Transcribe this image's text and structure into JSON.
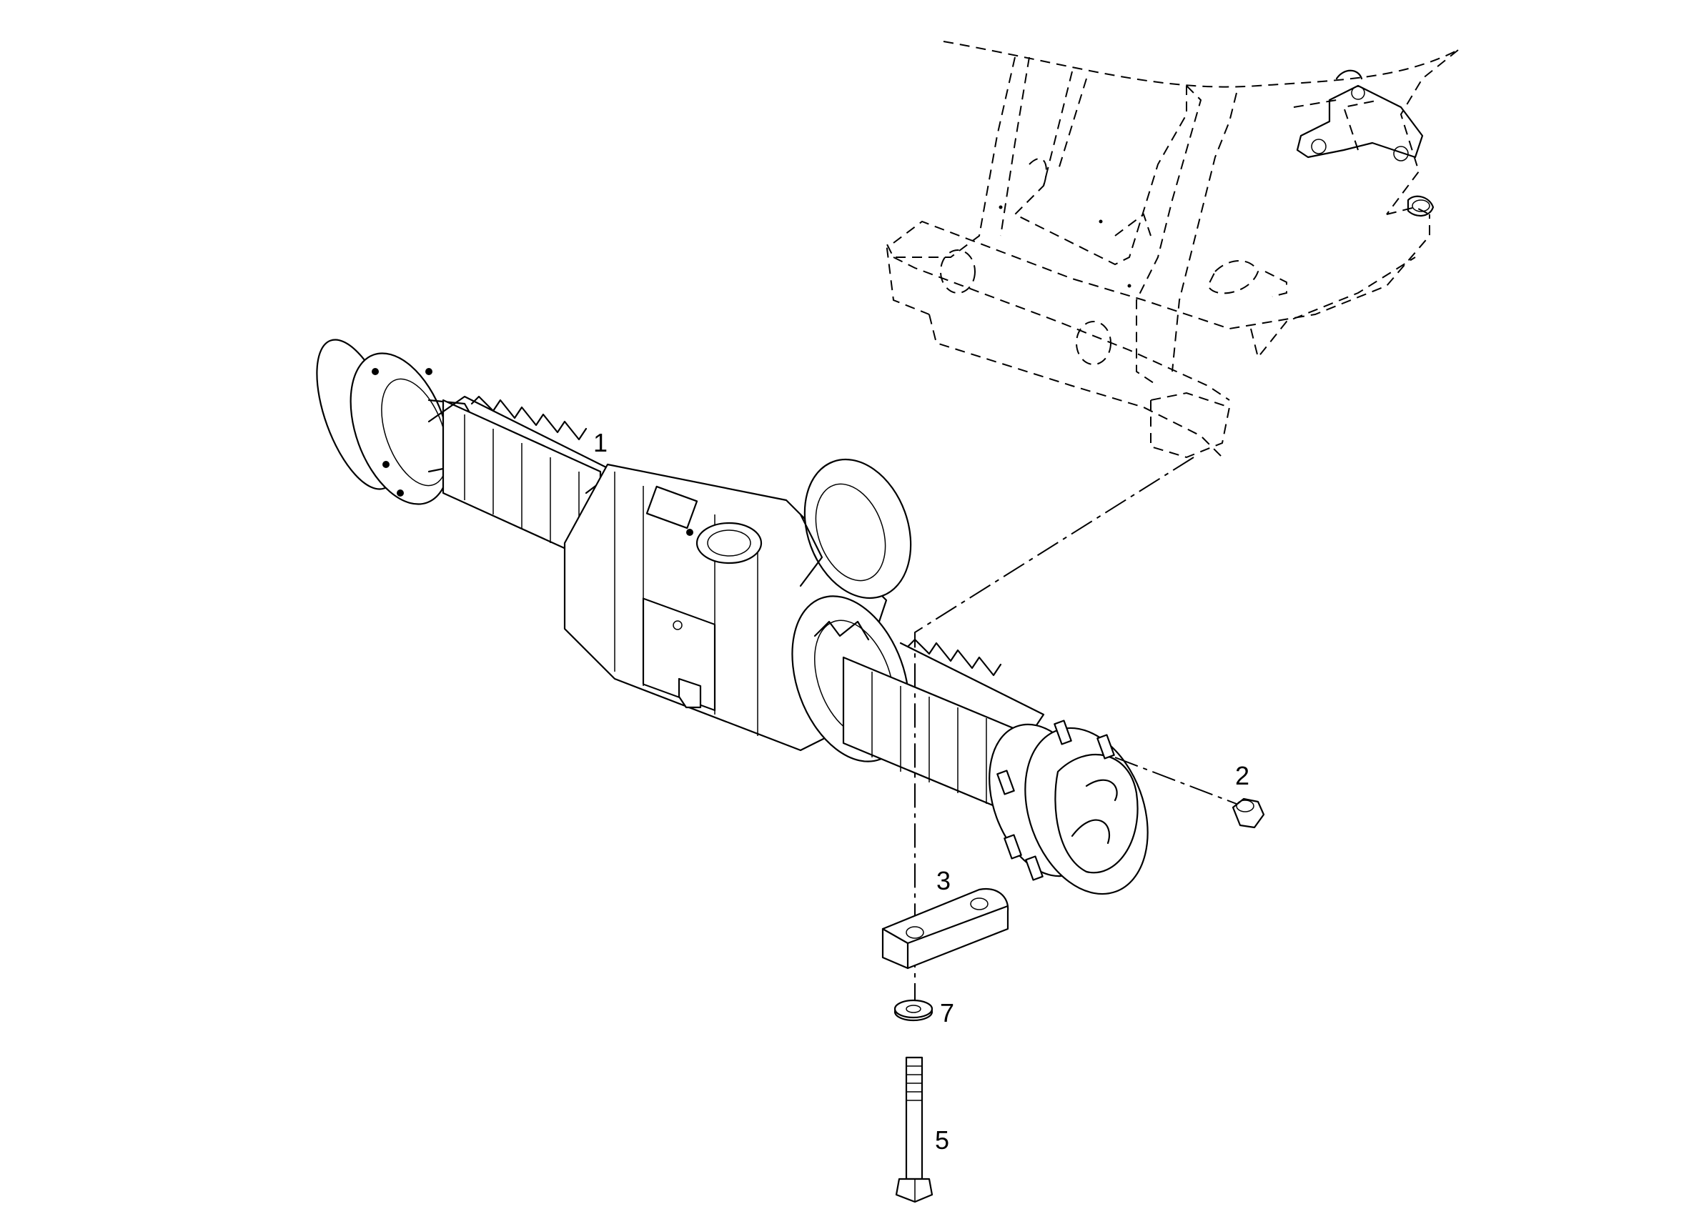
{
  "callouts": [
    {
      "id": "1",
      "label": "1"
    },
    {
      "id": "2",
      "label": "2"
    },
    {
      "id": "3",
      "label": "3"
    },
    {
      "id": "5",
      "label": "5"
    },
    {
      "id": "7",
      "label": "7"
    }
  ]
}
